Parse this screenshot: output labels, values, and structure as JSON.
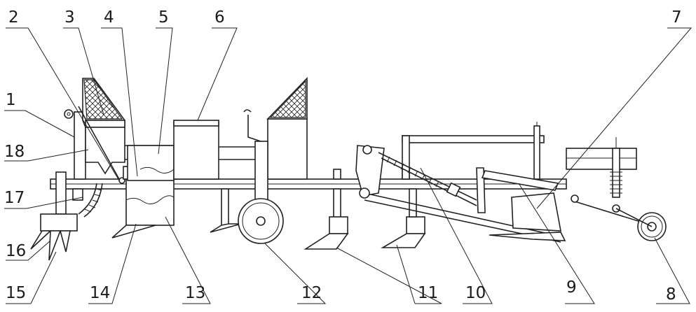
{
  "figure": {
    "labels": [
      "1",
      "2",
      "3",
      "4",
      "5",
      "6",
      "7",
      "8",
      "9",
      "10",
      "11",
      "12",
      "13",
      "14",
      "15",
      "16",
      "17",
      "18"
    ]
  },
  "components": [
    {
      "label": "1",
      "icon": "side-plate"
    },
    {
      "label": "2",
      "icon": "linkage-rod"
    },
    {
      "label": "3",
      "icon": "mesh-hopper"
    },
    {
      "label": "4",
      "icon": "seed-box"
    },
    {
      "label": "5",
      "icon": "seed-box-top"
    },
    {
      "label": "6",
      "icon": "fertilizer-box"
    },
    {
      "label": "7",
      "icon": "rear-frame"
    },
    {
      "label": "8",
      "icon": "rear-wheel"
    },
    {
      "label": "9",
      "icon": "inclined-blade"
    },
    {
      "label": "10",
      "icon": "threaded-rod"
    },
    {
      "label": "11",
      "icon": "furrow-openers"
    },
    {
      "label": "12",
      "icon": "ground-wheel"
    },
    {
      "label": "13",
      "icon": "container"
    },
    {
      "label": "14",
      "icon": "shovel-tip"
    },
    {
      "label": "15",
      "icon": "front-tines"
    },
    {
      "label": "16",
      "icon": "tine-holder"
    },
    {
      "label": "17",
      "icon": "flexible-pipe"
    },
    {
      "label": "18",
      "icon": "frame-plate"
    }
  ]
}
